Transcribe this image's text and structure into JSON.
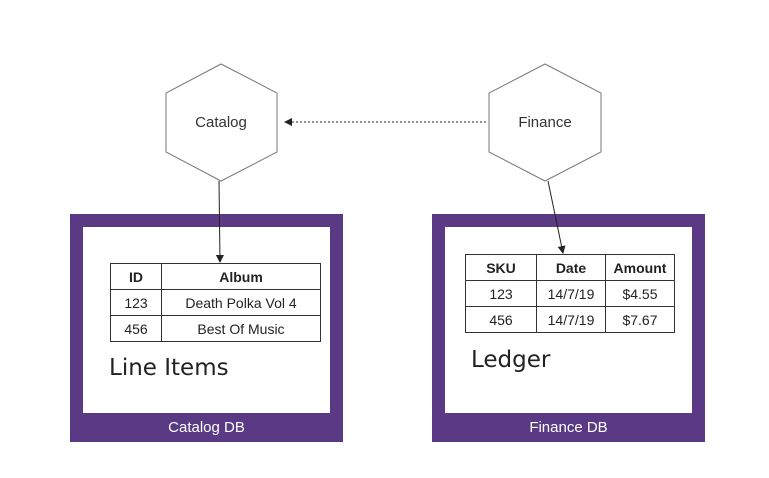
{
  "services": {
    "catalog": {
      "label": "Catalog"
    },
    "finance": {
      "label": "Finance"
    }
  },
  "databases": {
    "catalog_db": {
      "caption": "Catalog DB",
      "table_title": "Line Items",
      "columns": [
        "ID",
        "Album"
      ],
      "rows": [
        [
          "123",
          "Death Polka Vol 4"
        ],
        [
          "456",
          "Best Of Music"
        ]
      ]
    },
    "finance_db": {
      "caption": "Finance DB",
      "table_title": "Ledger",
      "columns": [
        "SKU",
        "Date",
        "Amount"
      ],
      "rows": [
        [
          "123",
          "14/7/19",
          "$4.55"
        ],
        [
          "456",
          "14/7/19",
          "$7.67"
        ]
      ]
    }
  },
  "colors": {
    "db_border": "#5a3a85",
    "hex_stroke": "#777777"
  }
}
